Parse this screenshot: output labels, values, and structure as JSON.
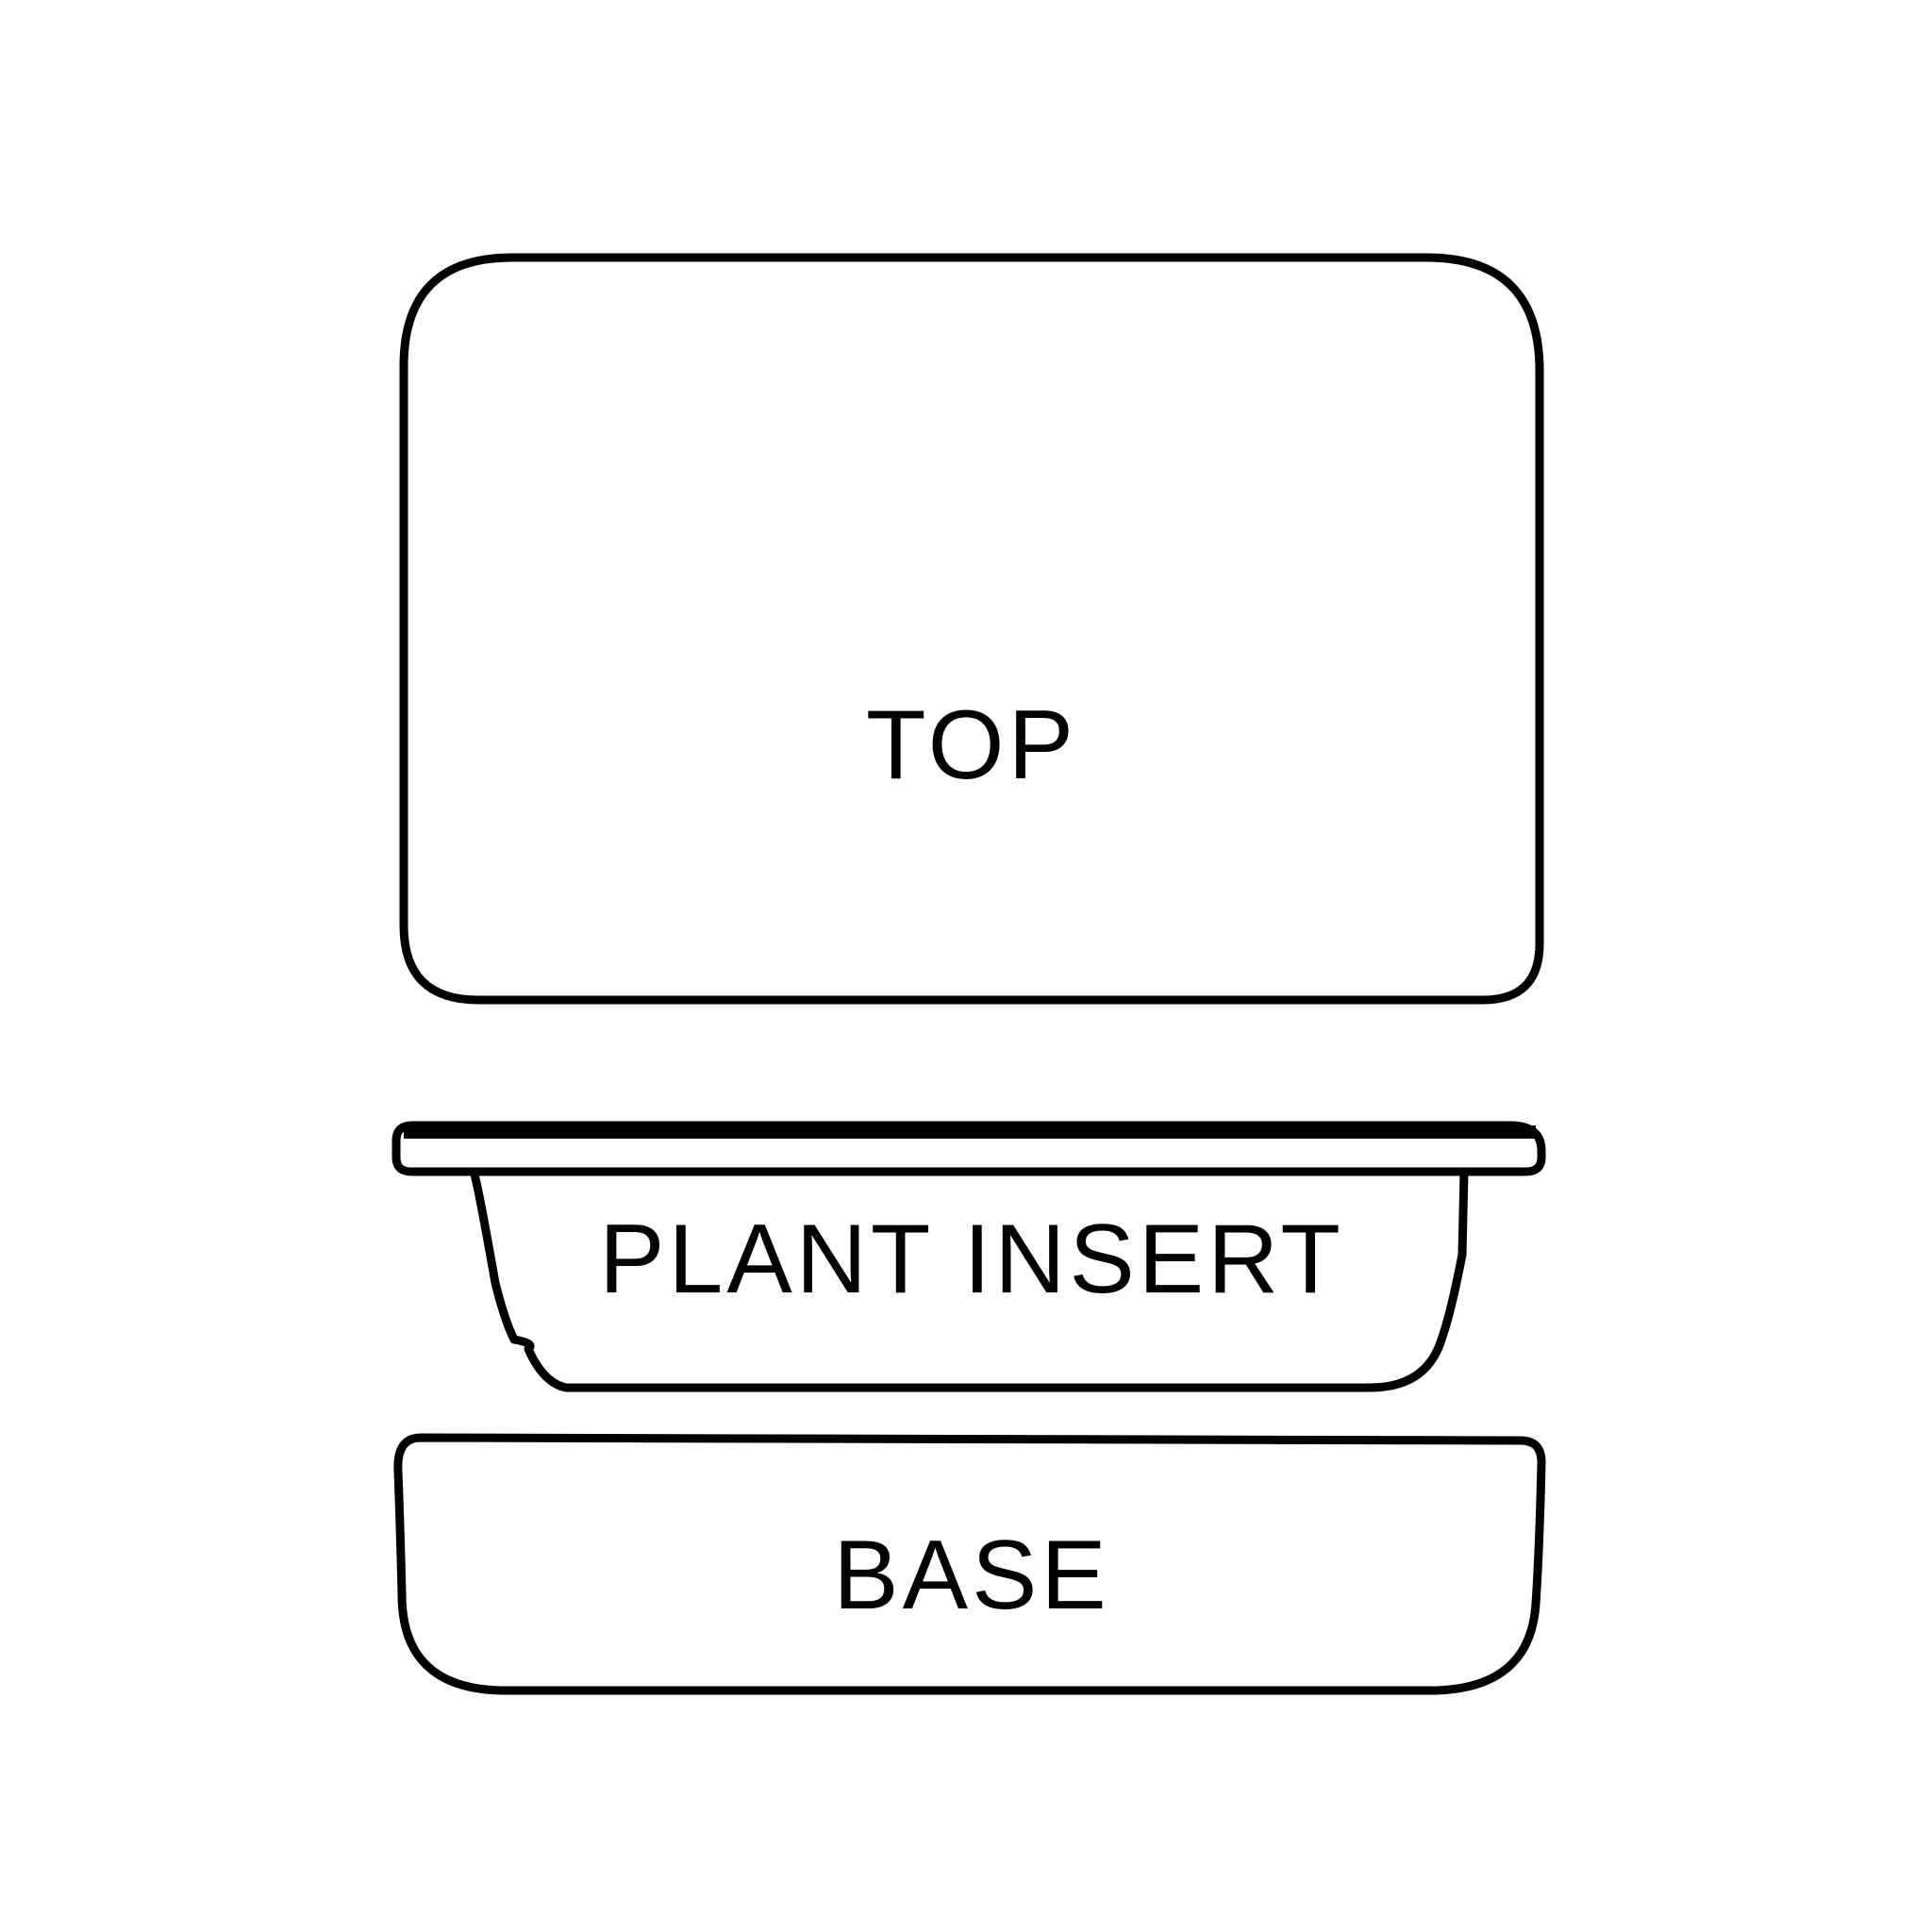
{
  "parts": {
    "top": {
      "label": "TOP"
    },
    "plant_insert": {
      "label": "PLANT INSERT"
    },
    "base": {
      "label": "BASE"
    }
  },
  "colors": {
    "stroke": "#000000",
    "background": "#ffffff"
  }
}
